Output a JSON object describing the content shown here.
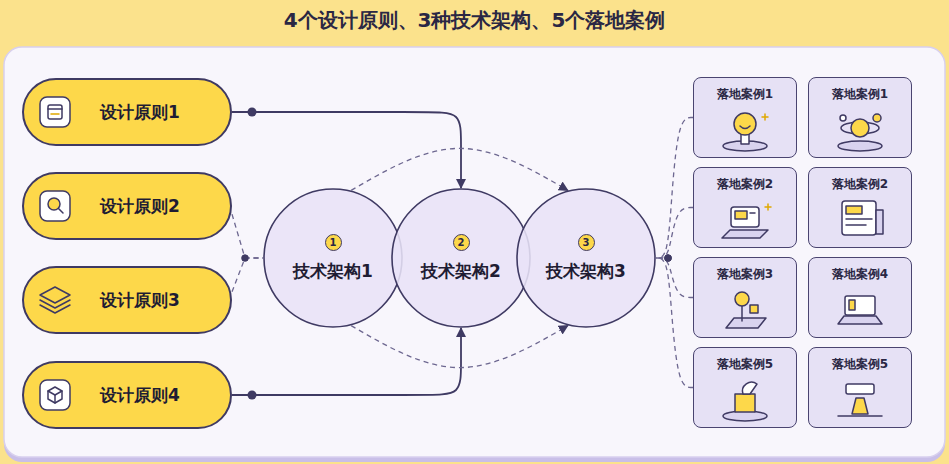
{
  "diagram": {
    "title": "4个设计原则、3种技术架构、5个落地案例",
    "nodes": [
      {
        "text": [
          "设计原则1"
        ]
      },
      {
        "text": [
          "设计原则2"
        ]
      },
      {
        "text": [
          "设计原则3"
        ]
      },
      {
        "text": [
          "设计原则4"
        ]
      },
      {
        "text": [
          "1",
          "技术架构1"
        ]
      },
      {
        "text": [
          "2",
          "技术架构2"
        ]
      },
      {
        "text": [
          "3",
          "技术架构3"
        ]
      },
      {
        "text": [
          "落地案例1"
        ]
      },
      {
        "text": [
          "落地案例1"
        ]
      },
      {
        "text": [
          "落地案例2"
        ]
      },
      {
        "text": [
          "落地案例2"
        ]
      },
      {
        "text": [
          "落地案例3"
        ]
      },
      {
        "text": [
          "落地案例4"
        ]
      },
      {
        "text": [
          "落地案例5"
        ]
      },
      {
        "text": [
          "落地案例5"
        ]
      }
    ],
    "edges": [
      {
        "from": 0,
        "to": 5,
        "arrow": "to"
      },
      {
        "from": 3,
        "to": 5,
        "arrow": "to"
      },
      {
        "from": 1,
        "to": 4,
        "arrow": "none"
      },
      {
        "from": 2,
        "to": 4,
        "arrow": "none"
      },
      {
        "from": 4,
        "to": 6,
        "arrow": "to"
      },
      {
        "from": 4,
        "to": 6,
        "arrow": "to"
      },
      {
        "from": 7,
        "to": 6,
        "arrow": "none"
      },
      {
        "from": 9,
        "to": 6,
        "arrow": "none"
      },
      {
        "from": 11,
        "to": 6,
        "arrow": "none"
      },
      {
        "from": 13,
        "to": 6,
        "arrow": "none"
      }
    ]
  }
}
